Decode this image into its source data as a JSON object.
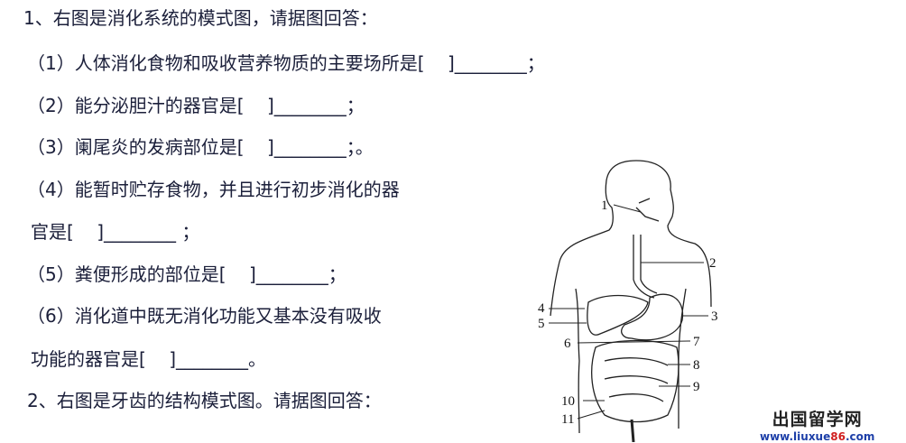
{
  "question1": {
    "title": "1、右图是消化系统的模式图，请据图回答：",
    "items": [
      "（1）人体消化食物和吸收营养物质的主要场所是[    ]________；",
      "（2）能分泌胆汁的器官是[    ]________；",
      "（3）阑尾炎的发病部位是[    ]________；。",
      "（4）能暂时贮存食物，并且进行初步消化的器",
      "官是[    ]________ ；",
      "（5）粪便形成的部位是[    ]________；",
      "（6）消化道中既无消化功能又基本没有吸收",
      "功能的器官是[    ]________。"
    ]
  },
  "question2": {
    "title": "2、右图是牙齿的结构模式图。请据图回答："
  },
  "diagram": {
    "labels": [
      "1",
      "2",
      "3",
      "4",
      "5",
      "6",
      "7",
      "8",
      "9",
      "10",
      "11"
    ]
  },
  "watermark": {
    "name": "出国留学网",
    "url_pre": "www.liuxue",
    "url_num": "86",
    "url_post": ".com"
  }
}
